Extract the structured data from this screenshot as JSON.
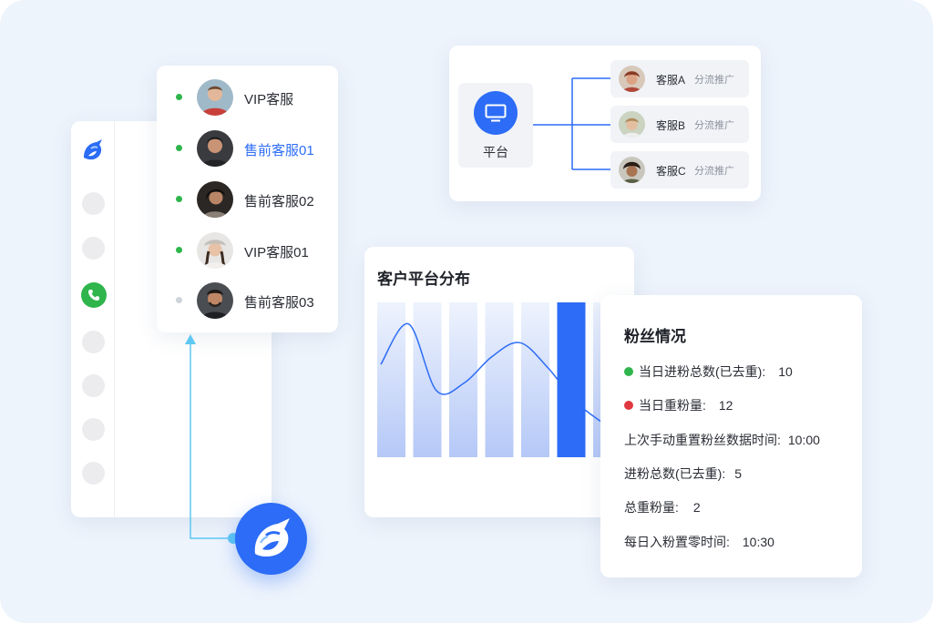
{
  "colors": {
    "accent": "#2c6cf6",
    "online": "#2fb54c",
    "offline": "#cfd3da",
    "alert": "#e0383e"
  },
  "app_window": {
    "rail_icons": [
      "unicorn-logo-icon",
      "nav-dot",
      "nav-dot",
      "phone-icon",
      "nav-dot",
      "nav-dot",
      "nav-dot",
      "nav-dot"
    ]
  },
  "agents": [
    {
      "name": "VIP客服",
      "status": "online"
    },
    {
      "name": "售前客服01",
      "status": "online",
      "active": true
    },
    {
      "name": "售前客服02",
      "status": "online"
    },
    {
      "name": "VIP客服01",
      "status": "online"
    },
    {
      "name": "售前客服03",
      "status": "offline"
    }
  ],
  "platform": {
    "label": "平台",
    "icon": "monitor-icon",
    "services": [
      {
        "name": "客服A",
        "tag": "分流推广"
      },
      {
        "name": "客服B",
        "tag": "分流推广"
      },
      {
        "name": "客服C",
        "tag": "分流推广"
      }
    ]
  },
  "distribution": {
    "title": "客户平台分布"
  },
  "chart_data": {
    "type": "bar",
    "title": "客户平台分布",
    "categories": [
      "",
      "",
      "",
      "",
      "",
      "",
      ""
    ],
    "values": [
      100,
      100,
      100,
      100,
      100,
      100,
      100
    ],
    "highlight_index": 5,
    "ylim": [
      0,
      100
    ],
    "grid": false,
    "overlay_line": [
      0.6,
      0.86,
      0.43,
      0.48,
      0.65,
      0.74,
      0.58,
      0.36,
      0.22
    ],
    "overlay_line_range": [
      0,
      1
    ]
  },
  "fans": {
    "title": "粉丝情况",
    "rows": [
      {
        "label": "当日进粉总数(已去重):",
        "value": "10",
        "dot": "#2fb54c"
      },
      {
        "label": "当日重粉量:",
        "value": "12",
        "dot": "#e0383e"
      },
      {
        "label": "上次手动重置粉丝数据时间:",
        "value": "10:00"
      },
      {
        "label": "进粉总数(已去重):",
        "value": "5"
      },
      {
        "label": "总重粉量:",
        "value": "2"
      },
      {
        "label": "每日入粉置零时间:",
        "value": "10:30"
      }
    ]
  }
}
